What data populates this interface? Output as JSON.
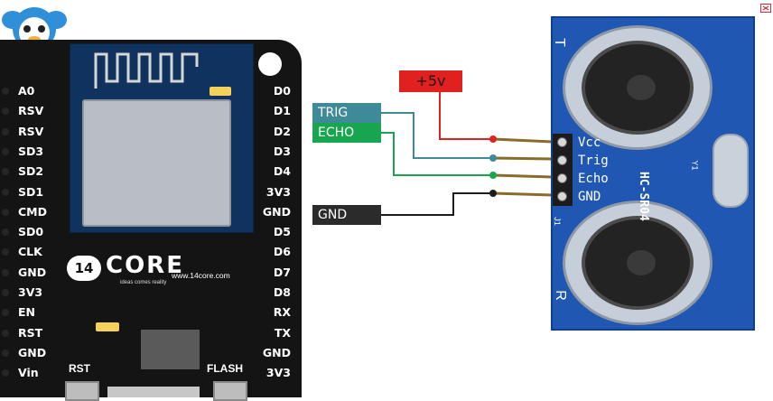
{
  "board": {
    "left_pins": [
      "A0",
      "RSV",
      "RSV",
      "SD3",
      "SD2",
      "SD1",
      "CMD",
      "SD0",
      "CLK",
      "GND",
      "3V3",
      "EN",
      "RST",
      "GND",
      "Vin"
    ],
    "right_pins": [
      "D0",
      "D1",
      "D2",
      "D3",
      "D4",
      "3V3",
      "GND",
      "D5",
      "D6",
      "D7",
      "D8",
      "RX",
      "TX",
      "GND",
      "3V3"
    ],
    "logo_badge": "14",
    "logo_text": "CORE",
    "logo_url": "www.14core.com",
    "logo_tagline": "ideas comes reality",
    "rst_label": "RST",
    "flash_label": "FLASH"
  },
  "wires": {
    "trig_label": "TRIG",
    "echo_label": "ECHO",
    "gnd_label": "GND",
    "vcc_label": "+5v",
    "colors": {
      "trig": "#3e8a99",
      "echo": "#17a550",
      "gnd": "#1c1c1c",
      "vcc": "#e0211f"
    }
  },
  "sensor": {
    "model": "HC-SR04",
    "pins": [
      "Vcc",
      "Trig",
      "Echo",
      "GND"
    ],
    "t_label": "T",
    "r_label": "R",
    "j_label": "J1",
    "y_label": "Y1"
  },
  "icons": {
    "mascot": "mascot-icon",
    "corner": "small-close-icon"
  }
}
